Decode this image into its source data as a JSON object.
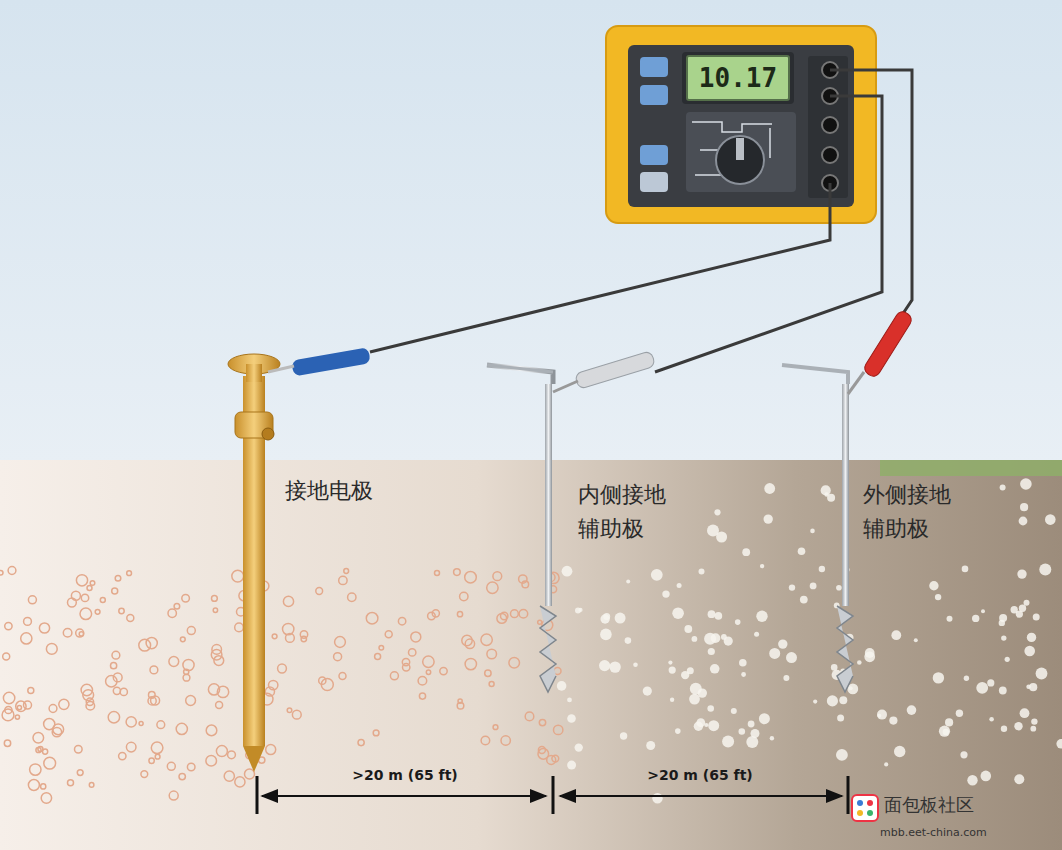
{
  "diagram": {
    "nodes": [
      {
        "text": [
          "10.17"
        ]
      }
    ],
    "labels": [
      "接地电极",
      "内侧接地 辅助极",
      "外侧接地 辅助极",
      ">20 m (65 ft)",
      ">20 m (65 ft)",
      "面包板社区",
      "mbb.eet-china.com"
    ]
  }
}
